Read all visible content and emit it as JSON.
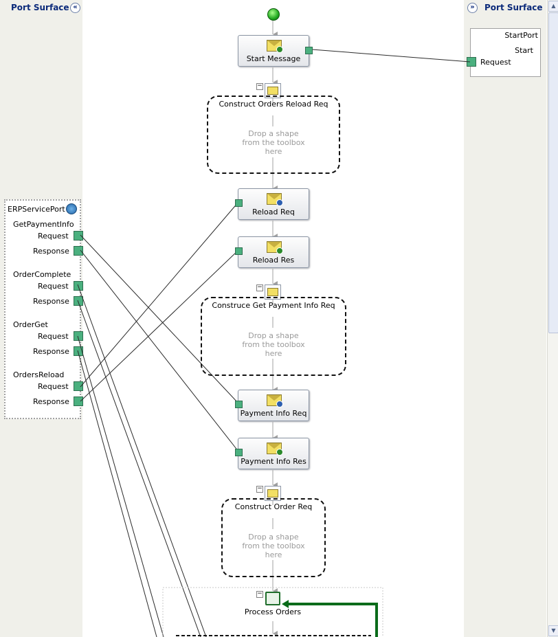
{
  "left_surface": {
    "title": "Port Surface",
    "collapse_glyph": "«"
  },
  "right_surface": {
    "title": "Port Surface",
    "expand_glyph": "»"
  },
  "start_port": {
    "name": "StartPort",
    "operation": "Start",
    "message": "Request"
  },
  "erp_port": {
    "name": "ERPServicePort",
    "operations": [
      {
        "name": "GetPaymentInfo",
        "request": "Request",
        "response": "Response"
      },
      {
        "name": "OrderComplete",
        "request": "Request",
        "response": "Response"
      },
      {
        "name": "OrderGet",
        "request": "Request",
        "response": "Response"
      },
      {
        "name": "OrdersReload",
        "request": "Request",
        "response": "Response"
      }
    ]
  },
  "shapes": {
    "start_message": "Start Message",
    "reload_req": "Reload Req",
    "reload_res": "Reload Res",
    "payment_info_req": "Payment Info Req",
    "payment_info_res": "Payment Info Res",
    "process_orders": "Process Orders"
  },
  "construct_blocks": {
    "orders_reload": "Construct Orders Reload Req",
    "get_payment_info": "Construce Get Payment Info Req",
    "order_req": "Construct Order Req"
  },
  "drop_hint": [
    "Drop a shape",
    "from the toolbox",
    "here"
  ],
  "icons": {
    "start": "start-circle-icon",
    "send": "send-message-icon",
    "receive": "receive-message-icon",
    "construct": "construct-message-icon",
    "loop": "loop-icon",
    "port": "port-icon"
  },
  "colors": {
    "surface": "#f0f0ea",
    "title": "#0b2a7a",
    "port_connector": "#4bb07f",
    "loop_arrow": "#0a6b1a"
  }
}
